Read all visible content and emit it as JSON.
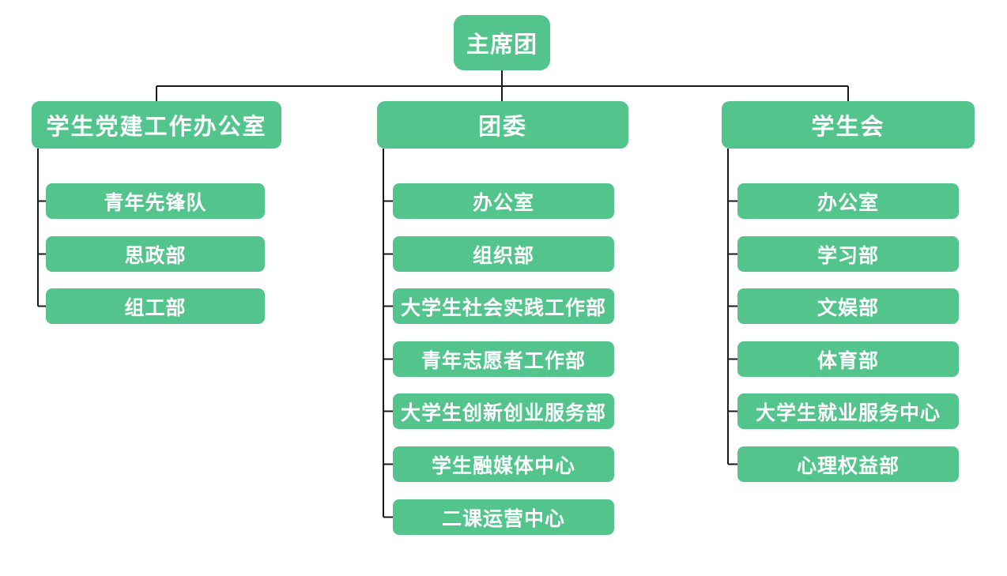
{
  "colors": {
    "node_fill": "#52c48c",
    "node_text": "#ffffff",
    "connector": "#1a1a1a",
    "background": "#ffffff"
  },
  "org_chart": {
    "type": "tree",
    "root": {
      "label": "主席团"
    },
    "branches": [
      {
        "label": "学生党建工作办公室",
        "children": [
          "青年先锋队",
          "思政部",
          "组工部"
        ]
      },
      {
        "label": "团委",
        "children": [
          "办公室",
          "组织部",
          "大学生社会实践工作部",
          "青年志愿者工作部",
          "大学生创新创业服务部",
          "学生融媒体中心",
          "二课运营中心"
        ]
      },
      {
        "label": "学生会",
        "children": [
          "办公室",
          "学习部",
          "文娱部",
          "体育部",
          "大学生就业服务中心",
          "心理权益部"
        ]
      }
    ]
  }
}
